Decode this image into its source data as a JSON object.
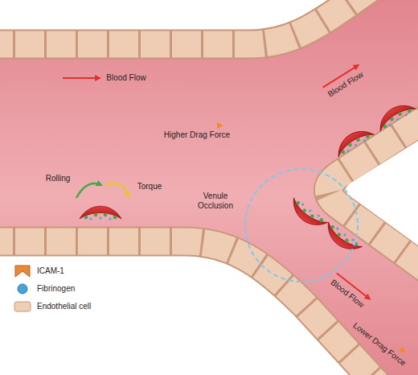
{
  "diagram": {
    "labels": [
      "Blood Flow",
      "Rolling",
      "Torque",
      "Higher Drag Force",
      "Blood Flow",
      "Venule Occlusion",
      "Blood Flow",
      "Lower Drag Force"
    ],
    "legend": [
      {
        "text": "ICAM-1",
        "color": "#e8893a"
      },
      {
        "text": "Fibrinogen",
        "color": "#4aa3d8"
      },
      {
        "text": "Endothelial cell",
        "color": "#eecfb6"
      }
    ]
  }
}
